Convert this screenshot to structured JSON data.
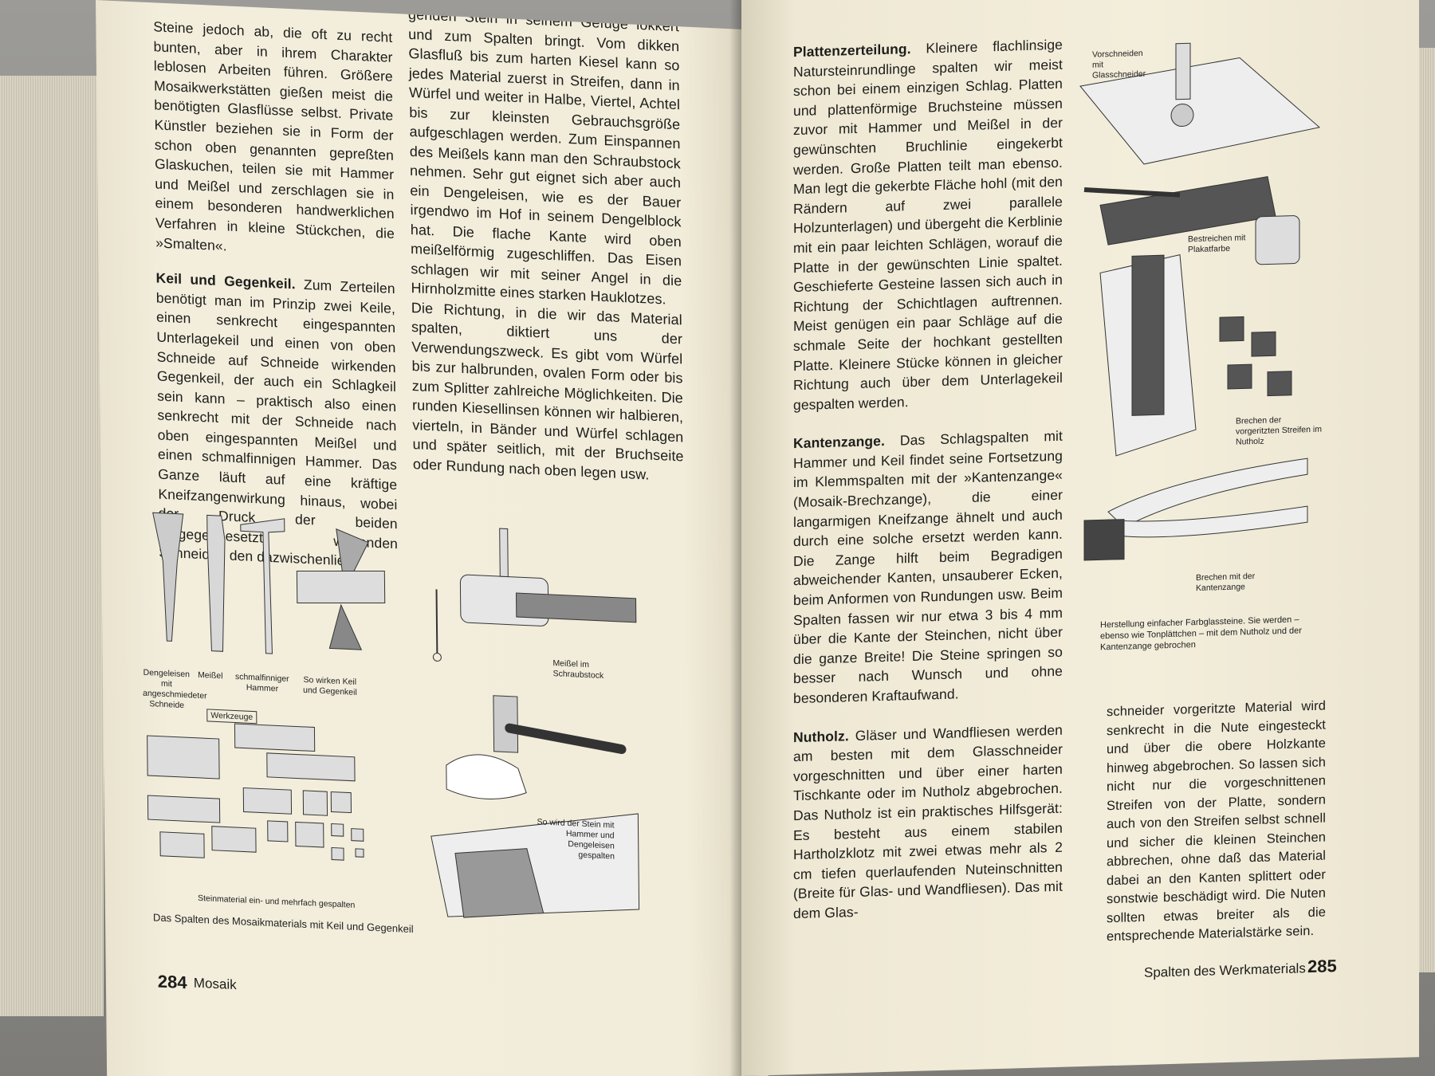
{
  "left_page": {
    "col1_p1": "Steine jedoch ab, die oft zu recht bunten, aber in ihrem Charakter leblosen Arbeiten führen. Größere Mosaikwerkstätten gießen meist die benötigten Glasflüsse selbst. Private Künstler beziehen sie in Form der schon oben genannten gepreßten Glaskuchen, teilen sie mit Hammer und Meißel und zerschlagen sie in einem besonderen handwerklichen Verfahren in kleine Stückchen, die »Smalten«.",
    "col1_p2_head": "Keil und Gegenkeil.",
    "col1_p2": " Zum Zerteilen benötigt man im Prinzip zwei Keile, einen senkrecht eingespannten Unterlagekeil und einen von oben Schneide auf Schneide wirkenden Gegenkeil, der auch ein Schlagkeil sein kann – praktisch also einen senkrecht mit der Schneide nach oben eingespannten Meißel und einen schmalfinnigen Hammer. Das Ganze läuft auf eine kräftige Kneifzangenwirkung hinaus, wobei der Druck der beiden entgegengesetzt wirkenden Schneiden den dazwischenlie-",
    "col2_p1": "genden Stein in seinem Gefüge lokkert und zum Spalten bringt. Vom dikken Glasfluß bis zum harten Kiesel kann so jedes Material zuerst in Streifen, dann in Würfel und weiter in Halbe, Viertel, Achtel bis zur kleinsten Gebrauchsgröße aufgeschlagen werden. Zum Einspannen des Meißels kann man den Schraubstock nehmen. Sehr gut eignet sich aber auch ein Dengeleisen, wie es der Bauer irgendwo im Hof in seinem Dengelblock hat. Die flache Kante wird oben meißelförmig zugeschliffen. Das Eisen schlagen wir mit seiner Angel in die Hirnholzmitte eines starken Hauklotzes.",
    "col2_p2": "Die Richtung, in die wir das Material spalten, diktiert uns der Verwendungszweck. Es gibt vom Würfel bis zur halbrunden, ovalen Form oder bis zum Splitter zahlreiche Möglichkeiten. Die runden Kiesellinsen können wir halbieren, vierteln, in Bänder und Würfel schlagen und später seitlich, mit der Bruchseite oder Rundung nach oben legen usw.",
    "captions": {
      "dengeleisen": "Dengeleisen mit angeschmiedeter Schneide",
      "meissel": "Meißel",
      "hammer": "schmalfinniger Hammer",
      "keil": "So wirken Keil und Gegenkeil",
      "werkzeuge": "Werkzeuge",
      "schraubstock": "Meißel im Schraubstock",
      "gespalten": "So wird der Stein mit Hammer und Dengeleisen gespalten",
      "steinmaterial": "Steinmaterial ein- und mehrfach gespalten",
      "figure": "Das Spalten des Mosaikmaterials mit Keil und Gegenkeil"
    },
    "folio": "284",
    "running_head": "Mosaik"
  },
  "right_page": {
    "col1_p1_head": "Plattenzerteilung.",
    "col1_p1": " Kleinere flachlinsige Natursteinrundlinge spalten wir meist schon bei einem einzigen Schlag. Platten und plattenförmige Bruchsteine müssen zuvor mit Hammer und Meißel in der gewünschten Bruchlinie eingekerbt werden. Große Platten teilt man ebenso. Man legt die gekerbte Fläche hohl (mit den Rändern auf zwei parallele Holzunterlagen) und übergeht die Kerblinie mit ein paar leichten Schlägen, worauf die Platte in der gewünschten Linie spaltet. Geschieferte Gesteine lassen sich auch in Richtung der Schichtlagen auftrennen. Meist genügen ein paar Schläge auf die schmale Seite der hochkant gestellten Platte. Kleinere Stücke können in gleicher Richtung auch über dem Unterlagekeil gespalten werden.",
    "col1_p2_head": "Kantenzange.",
    "col1_p2": " Das Schlagspalten mit Hammer und Keil findet seine Fortsetzung im Klemmspalten mit der »Kantenzange« (Mosaik-Brechzange), die einer langarmigen Kneifzange ähnelt und auch durch eine solche ersetzt werden kann. Die Zange hilft beim Begradigen abweichender Kanten, unsauberer Ecken, beim Anformen von Rundungen usw. Beim Spalten fassen wir nur etwa 3 bis 4 mm über die Kante der Steinchen, nicht über die ganze Breite! Die Steine springen so besser nach Wunsch und ohne besonderen Kraftaufwand.",
    "col1_p3_head": "Nutholz.",
    "col1_p3": " Gläser und Wandfliesen werden am besten mit dem Glasschneider vorgeschnitten und über einer harten Tischkante oder im Nutholz abgebrochen. Das Nutholz ist ein praktisches Hilfsgerät: Es besteht aus einem stabilen Hartholzklotz mit zwei etwas mehr als 2 cm tiefen querlaufenden Nuteinschnitten (Breite für Glas- und Wandfliesen). Das mit dem Glas-",
    "col2_p1": "schneider vorgeritzte Material wird senkrecht in die Nute eingesteckt und über die obere Holzkante hinweg abgebrochen. So lassen sich nicht nur die vorgeschnittenen Streifen von der Platte, sondern auch von den Streifen selbst schnell und sicher die kleinen Steinchen abbrechen, ohne daß das Material dabei an den Kanten splittert oder sonstwie beschädigt wird. Die Nuten sollten etwas breiter als die entsprechende Materialstärke sein.",
    "captions": {
      "vorschneiden": "Vorschneiden mit Glasschneider",
      "bestreichen": "Bestreichen mit Plakatfarbe",
      "brechen_streifen": "Brechen der vorgeritzten Streifen im Nutholz",
      "brechen_zange": "Brechen mit der Kantenzange",
      "figure": "Herstellung einfacher Farbglassteine. Sie werden – ebenso wie Tonplättchen – mit dem Nutholz und der Kantenzange gebrochen"
    },
    "running_head": "Spalten des Werkmaterials",
    "folio": "285"
  }
}
